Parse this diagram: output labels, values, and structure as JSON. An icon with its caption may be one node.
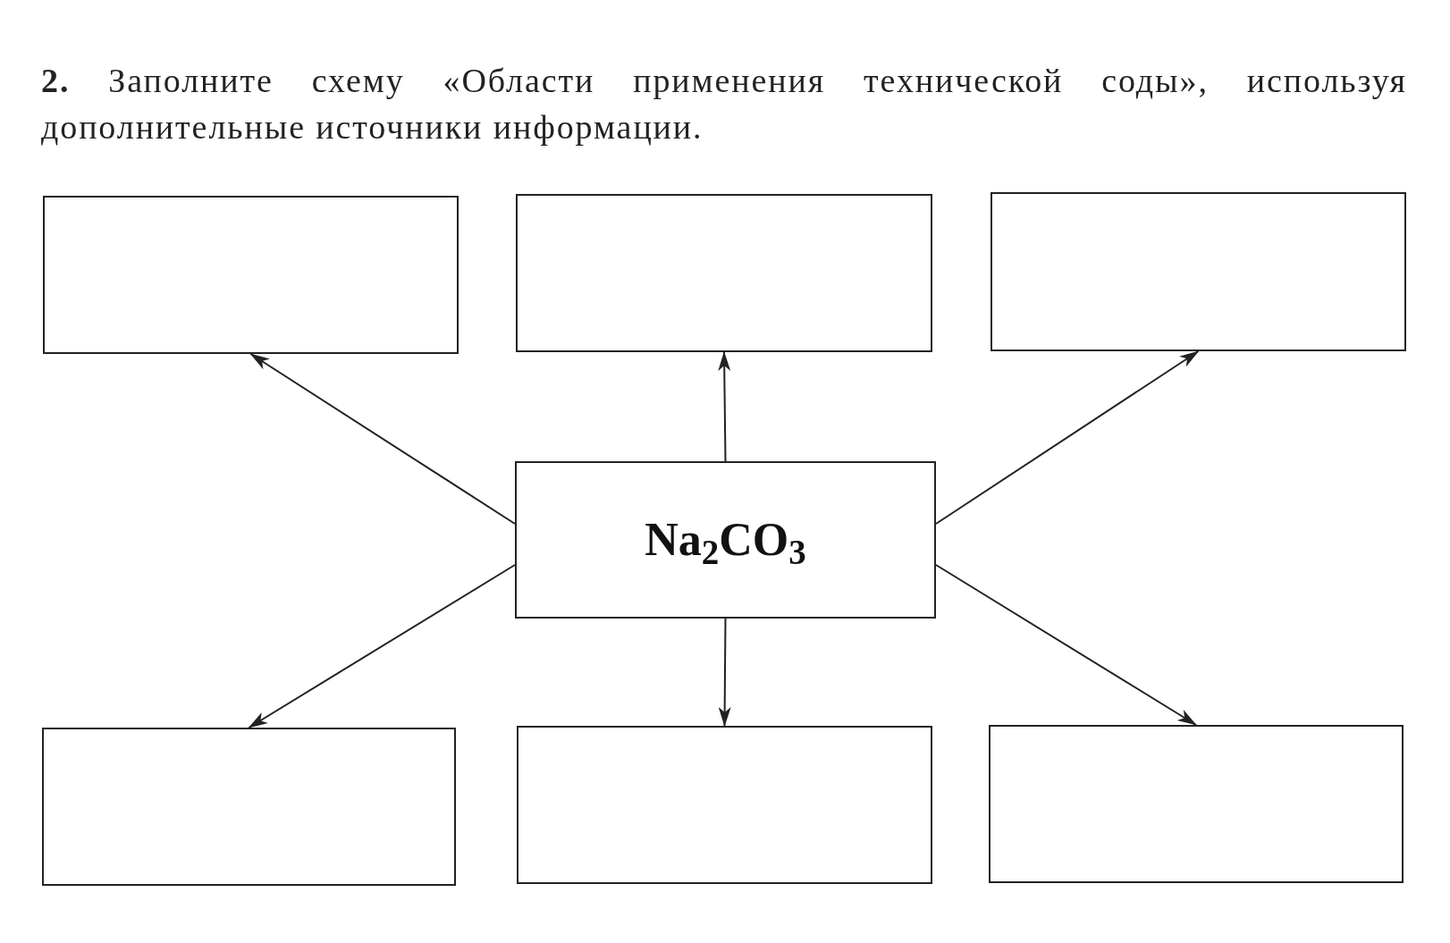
{
  "diagram": {
    "title": "**2.** Заполните схему «Области применения технической соды», используя дополнительные источники информации.",
    "nodes": [
      {
        "text": [],
        "shape": "box"
      },
      {
        "text": [],
        "shape": "box"
      },
      {
        "text": [],
        "shape": "box"
      },
      {
        "text": [
          "Na$_{2}$CO$_{3}$"
        ]
      },
      {
        "text": [],
        "shape": "box"
      },
      {
        "text": [],
        "shape": "box"
      },
      {
        "text": [],
        "shape": "box"
      }
    ],
    "edges": [
      {
        "from": 3,
        "to": 0,
        "arrow": "to"
      },
      {
        "from": 3,
        "to": 1,
        "arrow": "to"
      },
      {
        "from": 3,
        "to": 2,
        "arrow": "to"
      },
      {
        "from": 3,
        "to": 4,
        "arrow": "to"
      },
      {
        "from": 3,
        "to": 5,
        "arrow": "to"
      },
      {
        "from": 3,
        "to": 6,
        "arrow": "to"
      }
    ]
  }
}
